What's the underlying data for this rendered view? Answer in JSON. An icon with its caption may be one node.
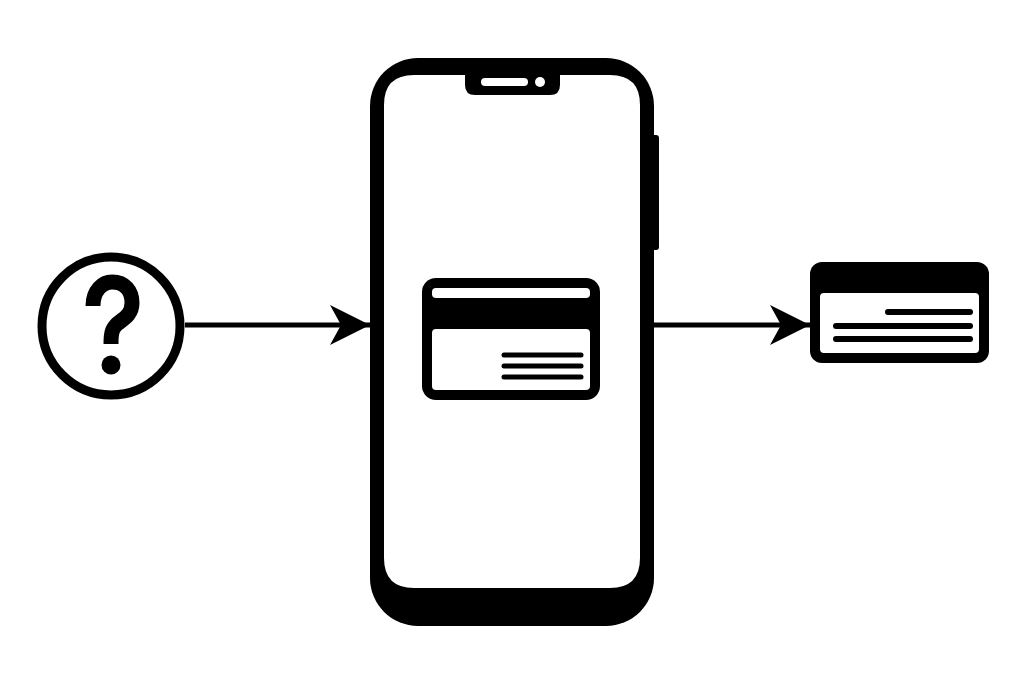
{
  "diagram": {
    "nodes": [
      {
        "text": [],
        "shape": "picture"
      },
      {
        "text": [],
        "shape": "picture"
      },
      {
        "text": [],
        "shape": "picture",
        "in": 1
      },
      {
        "text": [],
        "shape": "picture"
      }
    ],
    "edges": [
      {
        "from": 0,
        "to": 1,
        "arrow": "to"
      },
      {
        "from": 1,
        "to": 3,
        "arrow": "to"
      }
    ]
  }
}
